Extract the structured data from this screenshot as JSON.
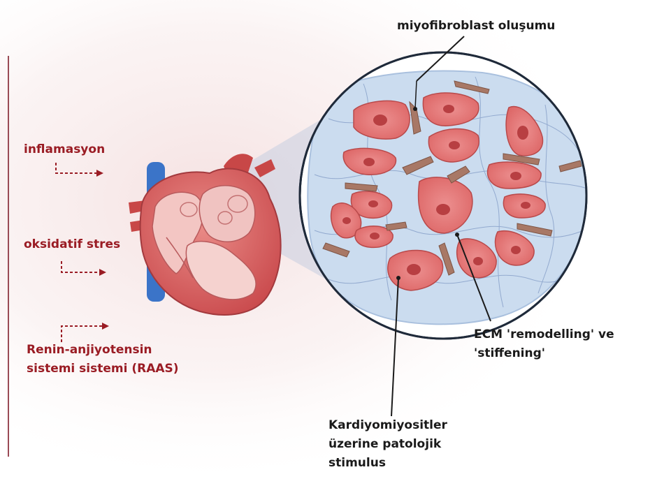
{
  "colors": {
    "label_red": "#9a1c24",
    "label_dark": "#1a1a1a",
    "heart": "#d9605f",
    "cardiomyocyte": "#e57373",
    "fibroblast": "#a87866",
    "matrix": "#c8d8ec",
    "vein": "#3b74c8"
  },
  "icons": {
    "heart": "heart-icon",
    "tissue": "tissue-section-icon",
    "arrow": "dashed-arrow-icon"
  },
  "left_labels": {
    "inflammation": "inflamasyon",
    "oxidative": "oksidatif stres",
    "raas_line1": "Renin-anjiyotensin",
    "raas_line2": "sistemi sistemi (RAAS)"
  },
  "callouts": {
    "myofibroblast": "miyofibroblast oluşumu",
    "ecm_line1": "ECM 'remodelling' ve",
    "ecm_line2": "'stiffening'",
    "cardio_line1": "Kardiyomiyositler",
    "cardio_line2": "üzerine patolojik",
    "cardio_line3": "stimulus"
  }
}
